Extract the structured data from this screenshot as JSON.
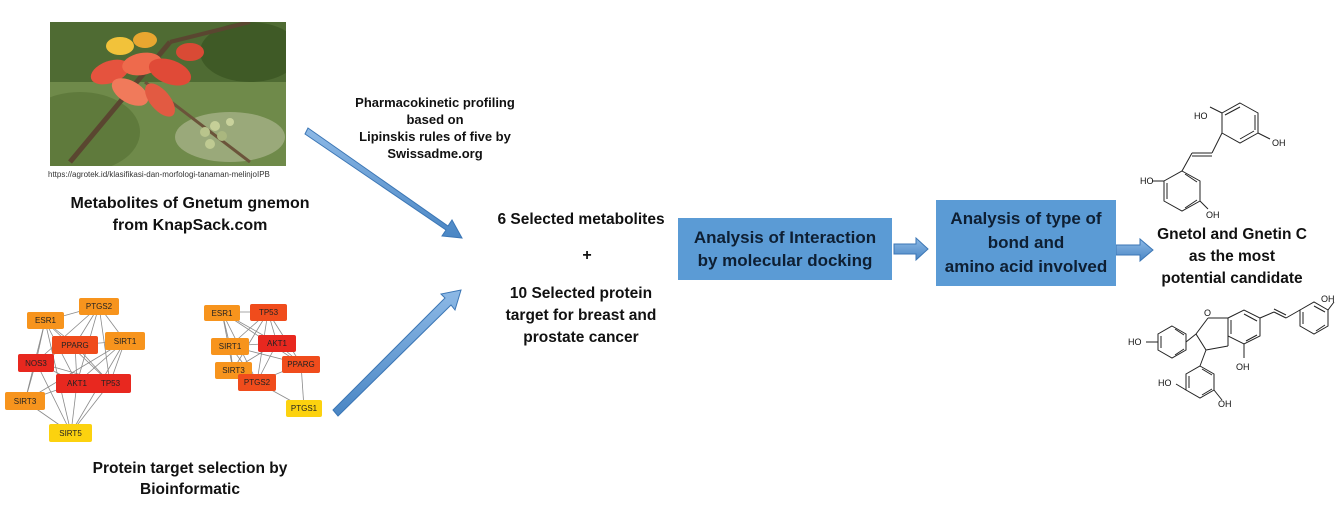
{
  "photo": {
    "caption_url": "https://agrotek.id/klasifikasi-dan-morfologi-tanaman-melinjoIPB"
  },
  "metabolites_title": [
    "Metabolites of Gnetum gnemon",
    "from KnapSack.com"
  ],
  "pharmacokinetic_text": [
    "Pharmacokinetic profiling",
    "based on",
    "Lipinskis rules of five by",
    "Swissadme.org"
  ],
  "selected_metabolites": "6 Selected metabolites",
  "plus": "+",
  "selected_protein": [
    "10 Selected protein",
    "target for breast and",
    "prostate cancer"
  ],
  "protein_title": [
    "Protein target selection by",
    "Bioinformatic"
  ],
  "step_interaction": [
    "Analysis of Interaction",
    "by molecular docking"
  ],
  "step_bond": [
    "Analysis of type of",
    "bond and",
    "amino acid involved"
  ],
  "result": [
    "Gnetol and Gnetin C",
    "as the most",
    "potential candidate"
  ],
  "network_left": [
    "PTGS2",
    "ESR1",
    "PPARG",
    "SIRT1",
    "NOS3",
    "AKT1",
    "TP53",
    "SIRT3",
    "SIRT5"
  ],
  "network_right": [
    "ESR1",
    "TP53",
    "SIRT1",
    "AKT1",
    "SIRT3",
    "PPARG",
    "PTGS2",
    "PTGS1"
  ],
  "molecule_labels": {
    "gnetol": [
      "HO",
      "OH",
      "HO",
      "OH"
    ],
    "gnetin_c": [
      "OH",
      "HO",
      "OH",
      "HO",
      "OH"
    ]
  },
  "colors": {
    "box": "#5b9bd5",
    "arrow": "#5b9bd5",
    "red": "#e8281f",
    "orange_red": "#f04c1c",
    "orange": "#f7941d",
    "yellow": "#fcd20f"
  }
}
